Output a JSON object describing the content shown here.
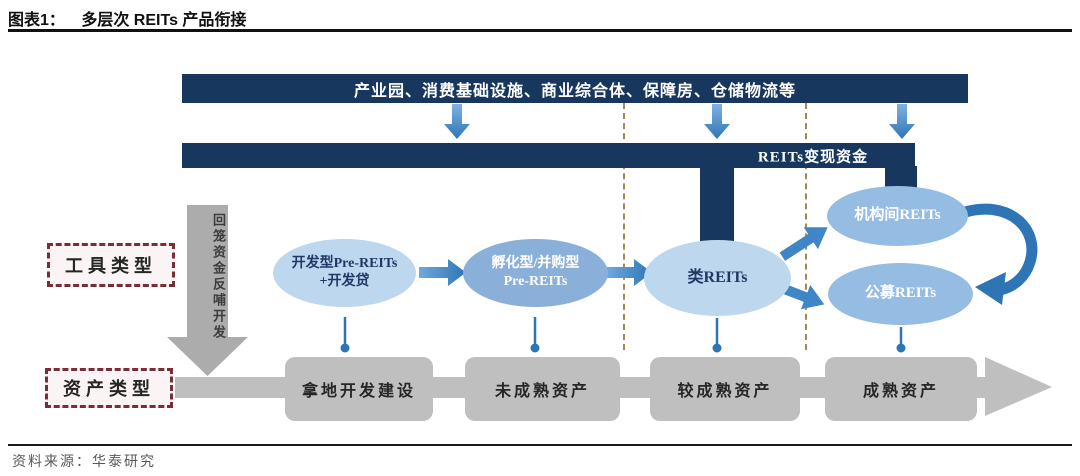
{
  "figure": {
    "title_label": "图表1：",
    "title_text": "多层次 REITs 产品衔接",
    "source": "资料来源：华泰研究"
  },
  "top_bar": {
    "label": "产业园、消费基础设施、商业综合体、保障房、仓储物流等"
  },
  "funds_bar": {
    "label": "REITs变现资金"
  },
  "left_labels": {
    "tool_type": "工具类型",
    "asset_type": "资产类型",
    "recycle_arrow": "回笼资金反哺开发"
  },
  "tools": [
    {
      "line1": "开发型Pre-REITs",
      "line2": "+开发贷"
    },
    {
      "line1": "孵化型/并购型",
      "line2": "Pre-REITs"
    },
    {
      "label": "类REITs"
    },
    {
      "label": "机构间REITs"
    },
    {
      "label": "公募REITs"
    }
  ],
  "assets": [
    "拿地开发建设",
    "未成熟资产",
    "较成熟资产",
    "成熟资产"
  ],
  "colors": {
    "navy": "#17375E",
    "ellipse_light": "#BDD7EE",
    "ellipse_mid": "#8AB0D9",
    "ellipse_right": "#95BCE3",
    "arrow_blue": "#2E75B6",
    "arrow_blue_light": "#6FA8DC",
    "gray": "#BFBFBF",
    "dashed_line": "#A08952",
    "dashed_box_border": "#7B2C34"
  }
}
